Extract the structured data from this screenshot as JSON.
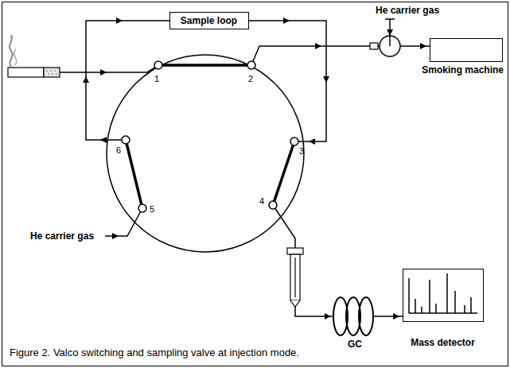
{
  "diagram": {
    "caption": "Figure 2. Valco switching and sampling valve at injection mode.",
    "nodes": [
      {
        "text": [
          "Sample loop"
        ]
      },
      {
        "text": [
          "Smoking machine"
        ]
      },
      {
        "text": [
          "Mass detector"
        ]
      }
    ],
    "labels": [
      "He carrier gas",
      "1",
      "2",
      "3",
      "4",
      "5",
      "6",
      "He carrier gas",
      "GC"
    ]
  }
}
